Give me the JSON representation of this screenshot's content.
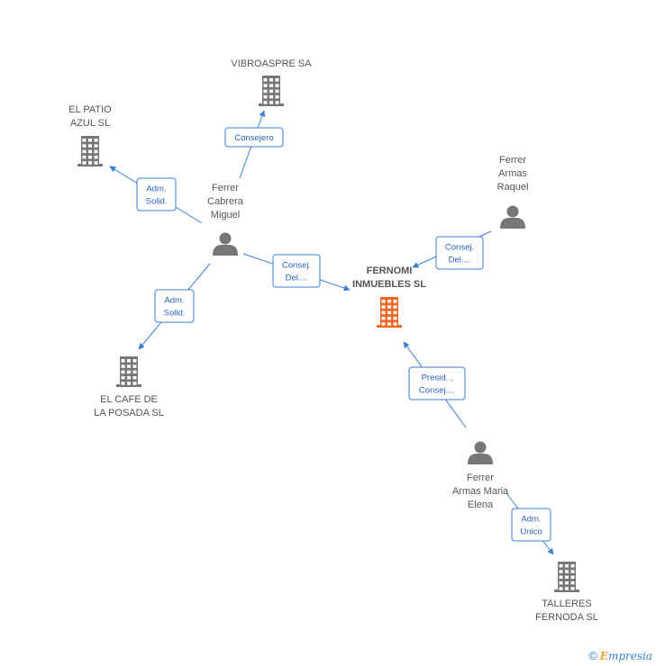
{
  "nodes": [
    {
      "id": "vibroaspre",
      "type": "company",
      "lines": [
        "VIBROASPRE SA"
      ],
      "highlight": false
    },
    {
      "id": "patio",
      "type": "company",
      "lines": [
        "EL PATIO",
        "AZUL SL"
      ],
      "highlight": false
    },
    {
      "id": "ferrer_cabrera",
      "type": "person",
      "lines": [
        "Ferrer",
        "Cabrera",
        "Miguel"
      ],
      "highlight": false
    },
    {
      "id": "ferrer_raquel",
      "type": "person",
      "lines": [
        "Ferrer",
        "Armas",
        "Raquel"
      ],
      "highlight": false
    },
    {
      "id": "fernomi",
      "type": "company",
      "lines": [
        "FERNOMI",
        "INMUEBLES SL"
      ],
      "highlight": true
    },
    {
      "id": "cafe",
      "type": "company",
      "lines": [
        "EL CAFE DE",
        "LA POSADA SL"
      ],
      "highlight": false
    },
    {
      "id": "ferrer_maria",
      "type": "person",
      "lines": [
        "Ferrer",
        "Armas Maria",
        "Elena"
      ],
      "highlight": false
    },
    {
      "id": "talleres",
      "type": "company",
      "lines": [
        "TALLERES",
        "FERNODA SL"
      ],
      "highlight": false
    }
  ],
  "edges": [
    {
      "id": "e1",
      "lines": [
        "Consejero"
      ]
    },
    {
      "id": "e2",
      "lines": [
        "Adm.",
        "Solid."
      ]
    },
    {
      "id": "e3",
      "lines": [
        "Consej.",
        "Del...."
      ]
    },
    {
      "id": "e4",
      "lines": [
        "Consej.",
        "Del...."
      ]
    },
    {
      "id": "e5",
      "lines": [
        "Adm.",
        "Solid."
      ]
    },
    {
      "id": "e6",
      "lines": [
        "Presid. ,",
        "Consej...."
      ]
    },
    {
      "id": "e7",
      "lines": [
        "Adm.",
        "Unico"
      ]
    }
  ],
  "colors": {
    "edge": "#3a7fd5",
    "node": "#777777",
    "highlight": "#f26522"
  },
  "footer": {
    "copyright": "©",
    "brand_initial": "E",
    "brand_rest": "mpresia"
  }
}
